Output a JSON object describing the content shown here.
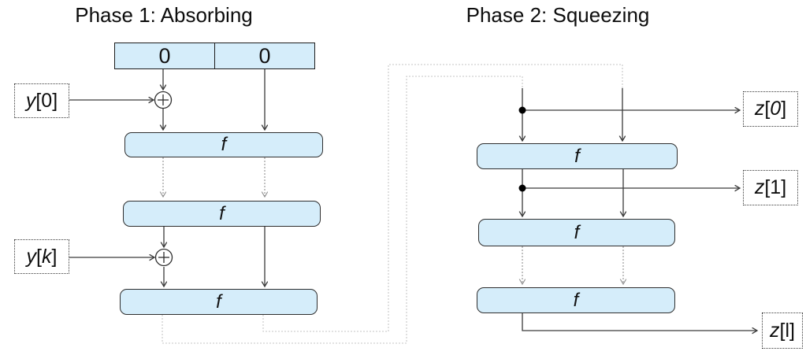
{
  "titles": {
    "phase1": "Phase 1: Absorbing",
    "phase2": "Phase 2: Squeezing"
  },
  "state_register": {
    "cells": [
      "0",
      "0"
    ]
  },
  "absorbing": {
    "rounds": [
      {
        "label": "f"
      },
      {
        "label": "f"
      },
      {
        "label": "f"
      }
    ]
  },
  "squeezing": {
    "rounds": [
      {
        "label": "f"
      },
      {
        "label": "f"
      },
      {
        "label": "f"
      }
    ]
  },
  "io": {
    "y0": {
      "text": "y[0]",
      "parts": [
        {
          "text": "y",
          "italic": true
        },
        {
          "text": "[0]",
          "italic": false
        }
      ]
    },
    "yk": {
      "text": "y[k]",
      "parts": [
        {
          "text": "y",
          "italic": true
        },
        {
          "text": "[",
          "italic": false
        },
        {
          "text": "k",
          "italic": true
        },
        {
          "text": "]",
          "italic": false
        }
      ]
    },
    "z0": {
      "text": "z[0]",
      "parts": [
        {
          "text": "z",
          "italic": true
        },
        {
          "text": "[",
          "italic": false
        },
        {
          "text": "0",
          "italic": true
        },
        {
          "text": "]",
          "italic": false
        }
      ]
    },
    "z1": {
      "text": "z[1]",
      "parts": [
        {
          "text": "z",
          "italic": true
        },
        {
          "text": "[1]",
          "italic": false
        }
      ]
    },
    "zl": {
      "text": "z[l]",
      "parts": [
        {
          "text": "z",
          "italic": true
        },
        {
          "text": "[l]",
          "italic": false
        }
      ]
    }
  },
  "icons": {
    "xor": "circle-plus"
  },
  "colors": {
    "box_fill": "#d5edfa",
    "box_border": "#2e2e2e",
    "connector": "#3a3a3a",
    "gray_arrow": "#8f8f8f",
    "feedback_dotted": "#c6c6c6",
    "junction_dot": "#000000"
  }
}
